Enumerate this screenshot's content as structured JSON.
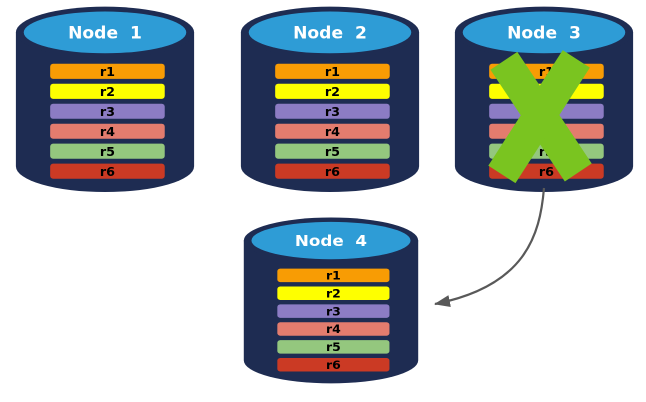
{
  "colors": {
    "background": "#FFFFFF",
    "cylinder_body": "#1E2C52",
    "cylinder_top": "#2E9CD6",
    "node_label": "#FFFFFF",
    "replica_label": "#000000",
    "failure_x": "#7AC420",
    "arrow": "#595959"
  },
  "nodes": [
    {
      "label": "Node  1",
      "failed": false
    },
    {
      "label": "Node  2",
      "failed": false
    },
    {
      "label": "Node  3",
      "failed": true
    },
    {
      "label": "Node  4",
      "failed": false
    }
  ],
  "replicas": [
    {
      "label": "r1",
      "color": "#F89C04"
    },
    {
      "label": "r2",
      "color": "#FEFF00"
    },
    {
      "label": "r3",
      "color": "#8C7CC4"
    },
    {
      "label": "r4",
      "color": "#E37C6E"
    },
    {
      "label": "r5",
      "color": "#94C77E"
    },
    {
      "label": "r6",
      "color": "#CB3A24"
    }
  ],
  "arrow": {
    "from_node": "Node  3",
    "to_node": "Node  4"
  }
}
